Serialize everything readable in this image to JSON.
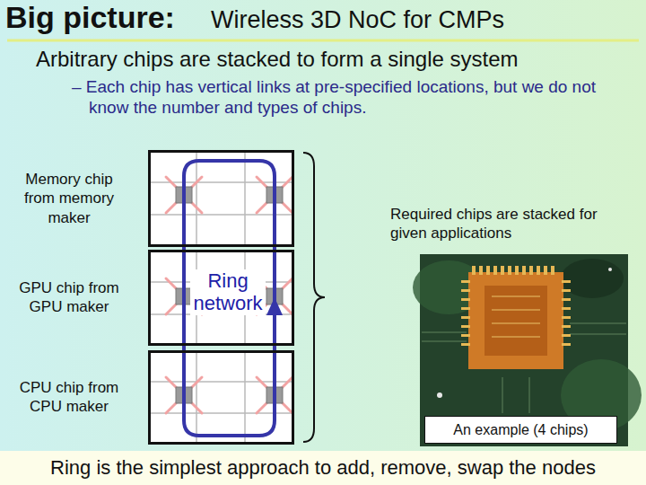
{
  "diagram": {
    "title": "Big picture:",
    "caption": "Ring is the simplest approach to add, remove, swap the nodes",
    "nodes": [
      {
        "text": [
          "Memory chip from memory maker"
        ]
      },
      {
        "text": [
          "GPU chip from GPU maker"
        ]
      },
      {
        "text": [
          "CPU chip from CPU maker"
        ]
      },
      {
        "text": [
          "An example (4 chips)"
        ]
      }
    ],
    "labels": [
      "Wireless 3D NoC for CMPs",
      "Arbitrary chips are stacked to form a single system",
      "– Each chip has vertical links at pre-specified locations, but we do not know the number and types of chips.",
      "Ring network",
      "Required chips are stacked for given applications"
    ]
  }
}
